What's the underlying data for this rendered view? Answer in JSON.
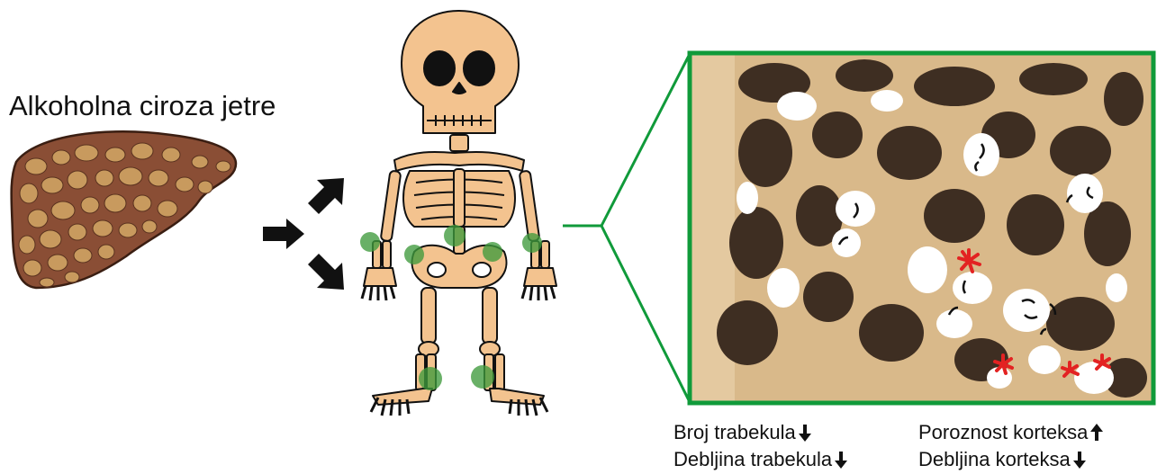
{
  "liver": {
    "title": "Alkoholna ciroza jetre"
  },
  "legend": {
    "left": [
      {
        "text": "Broj trabekula",
        "direction": "down"
      },
      {
        "text": "Debljina trabekula",
        "direction": "down"
      }
    ],
    "right": [
      {
        "text": "Poroznost korteksa",
        "direction": "up"
      },
      {
        "text": "Debljina korteksa",
        "direction": "down"
      }
    ]
  },
  "colors": {
    "liver": "#8a4e35",
    "nodule": "#c89a5e",
    "bone": "#f3c38f",
    "highlight_green": "#3f9a3c",
    "frame_green": "#109a3a",
    "trabecular_bone": "#d9b98a",
    "resorption_red": "#e32222"
  }
}
